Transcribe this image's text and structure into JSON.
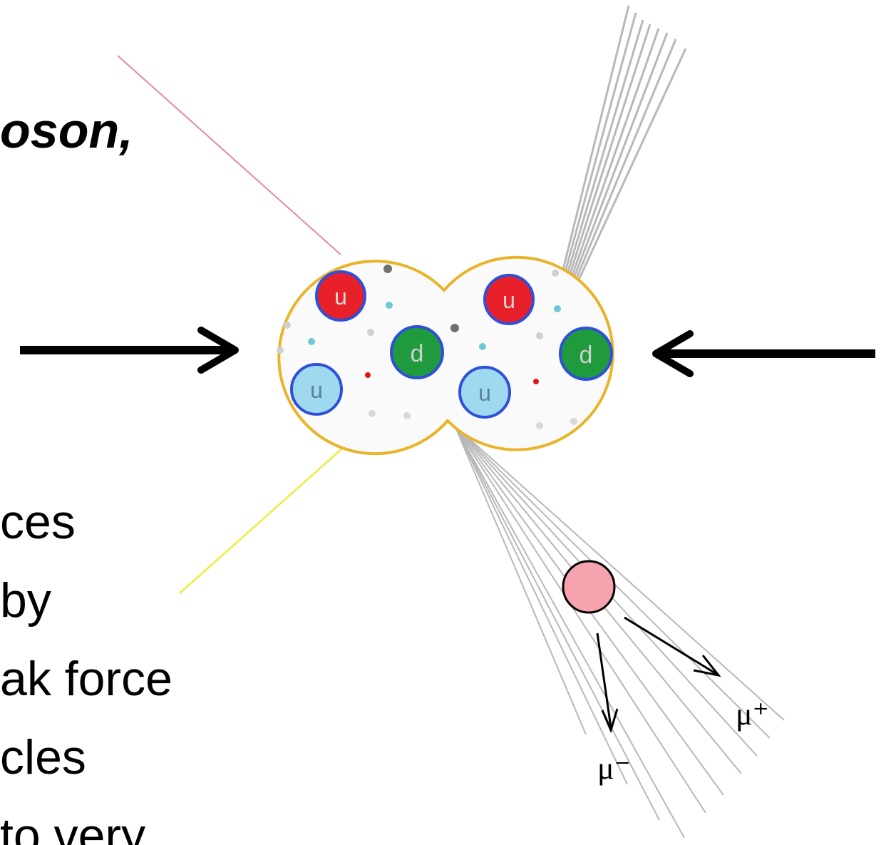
{
  "slide": {
    "heading_fragment": "oson,",
    "body_lines": [
      "ces",
      " by",
      "ak force",
      "cles",
      "to very"
    ]
  },
  "diagram": {
    "protons": [
      {
        "quarks": [
          {
            "label": "u",
            "color": "#e8202a"
          },
          {
            "label": "d",
            "color": "#1f9a3c"
          },
          {
            "label": "u",
            "color": "#9fd9ef"
          }
        ]
      },
      {
        "quarks": [
          {
            "label": "u",
            "color": "#e8202a"
          },
          {
            "label": "d",
            "color": "#1f9a3c"
          },
          {
            "label": "u",
            "color": "#9fd9ef"
          }
        ]
      }
    ],
    "decay_labels": {
      "mu_minus": "μ⁻",
      "mu_plus": "μ⁺"
    },
    "colors": {
      "proton_outline": "#e9b42a",
      "quark_ring": "#2f4fd8",
      "boson": "#f6a3ae",
      "arrow": "#000000",
      "jet": "#b8b8b8",
      "pink_track": "#e58a95",
      "yellow_track": "#ecec3a"
    }
  }
}
